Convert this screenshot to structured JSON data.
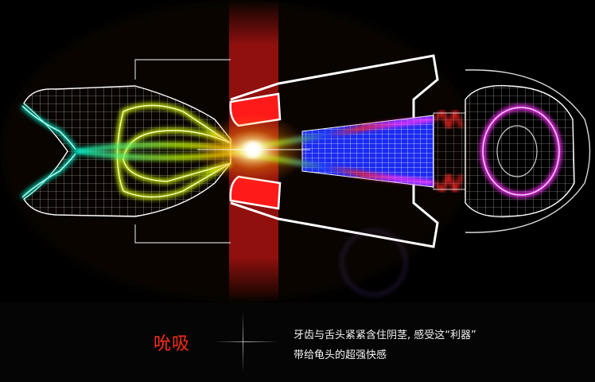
{
  "feature": {
    "title": "吮吸",
    "description_line1": "牙齿与舌头紧紧含住阴茎, 感受这“利器”",
    "description_line2": "带给龟头的超强快感"
  },
  "colors": {
    "accent": "#ff2a1a",
    "background": "#000000",
    "text": "#f2f2f2"
  }
}
